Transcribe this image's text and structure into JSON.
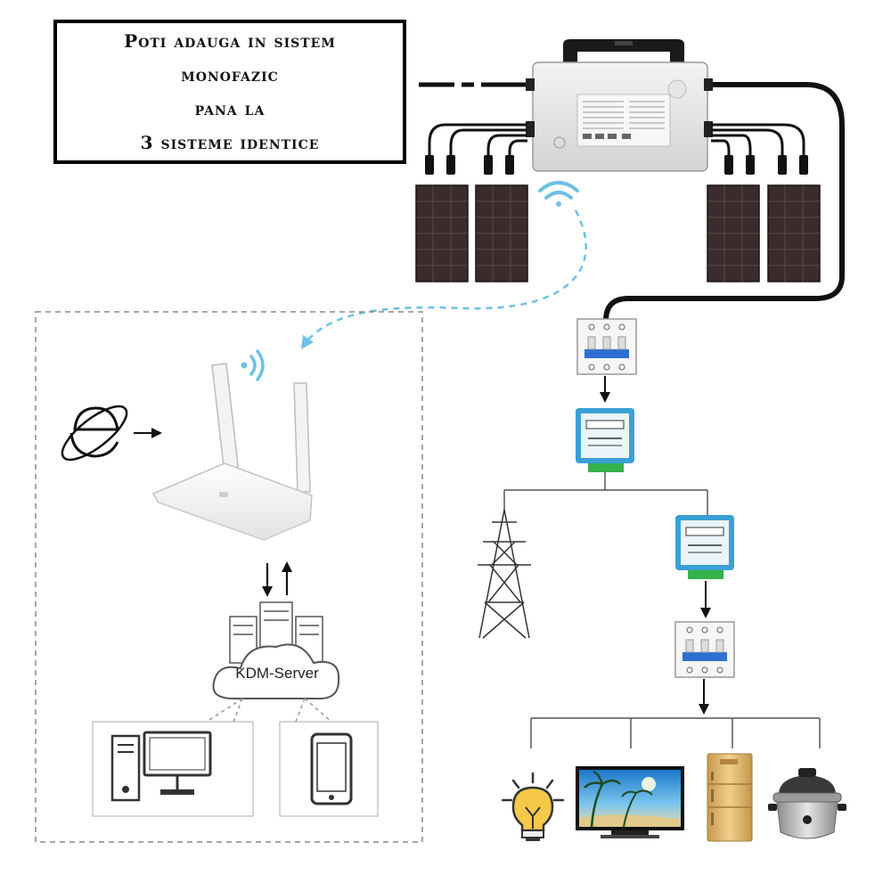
{
  "title": {
    "lines": [
      "Poti adauga in sistem",
      "monofazic",
      "pana la",
      "3 sisteme identice"
    ]
  },
  "server_label": "KDM-Server",
  "colors": {
    "wifi": "#6ec0e6",
    "meter": "#3aa0d6",
    "meter_base": "#34b34a",
    "breaker_blue": "#2f6fd1",
    "panel": "#3a2c2c",
    "cable": "#111111"
  },
  "icons": [
    "wifi-signal-icon",
    "internet-explorer-icon",
    "router-icon",
    "server-cloud-icon",
    "desktop-computer-icon",
    "smartphone-icon",
    "circuit-breaker-icon",
    "electric-meter-icon",
    "power-tower-icon",
    "light-bulb-icon",
    "television-icon",
    "refrigerator-icon",
    "rice-cooker-icon"
  ]
}
